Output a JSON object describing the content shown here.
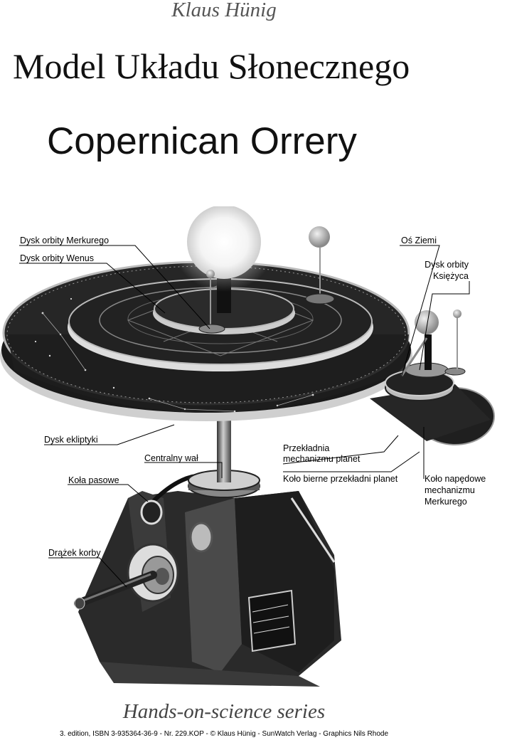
{
  "header": {
    "author": "Klaus Hünig",
    "title_pl": "Model Układu Słonecznego",
    "title_en": "Copernican Orrery"
  },
  "labels": {
    "mercury_orbit_disk": "Dysk orbity Merkurego",
    "venus_orbit_disk": "Dysk orbity Wenus",
    "earth_axis": "Oś Ziemi",
    "moon_orbit_disk_line1": "Dysk orbity",
    "moon_orbit_disk_line2": "Księżyca",
    "ecliptic_disk": "Dysk ekliptyki",
    "central_shaft": "Centralny wał",
    "planet_gear_line1": "Przekładnia",
    "planet_gear_line2": "mechanizmu planet",
    "idler_gear": "Koło bierne przekładni planet",
    "mercury_drive_line1": "Koło napędowe",
    "mercury_drive_line2": "mechanizmu",
    "mercury_drive_line3": "Merkurego",
    "pulleys": "Koła pasowe",
    "crank": "Drążek korby"
  },
  "footer": {
    "series": "Hands-on-science series",
    "edition": "3. edition, ISBN 3-935364-36-9 - Nr. 229.KOP - © Klaus Hünig - SunWatch Verlag - Graphics Nils Rhode"
  },
  "colors": {
    "ink": "#000000",
    "disk_dark": "#1c1c1c",
    "rim_light": "#d8d8d8"
  }
}
